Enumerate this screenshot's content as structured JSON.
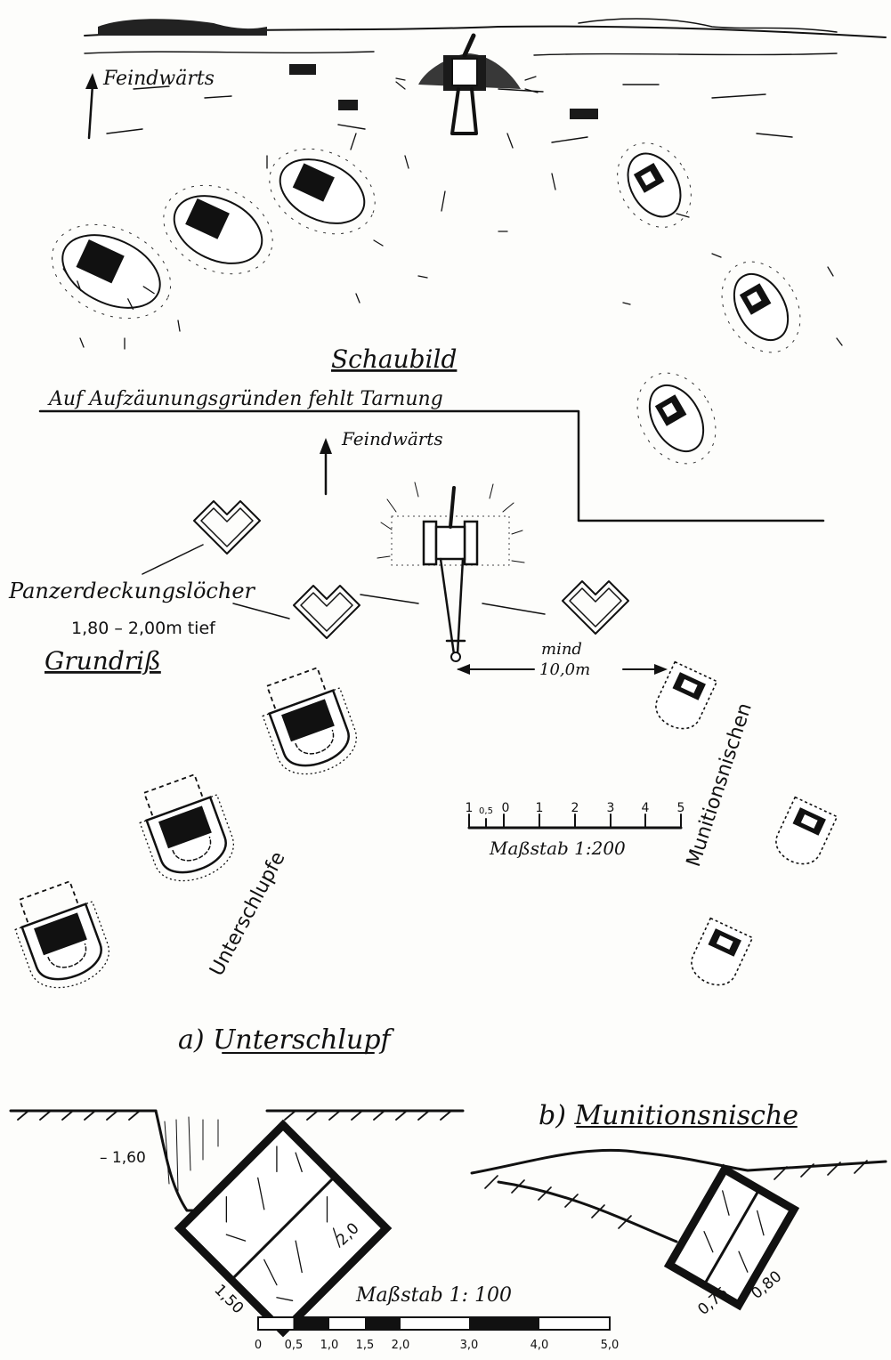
{
  "perspective": {
    "enemy_direction_top": "Feindwärts",
    "title": "Schaubild",
    "note": "Auf Aufzäunungsgründen fehlt Tarnung"
  },
  "plan": {
    "enemy_direction": "Feindwärts",
    "foxholes_label": "Panzerdeckungslöcher",
    "foxholes_depth": "1,80 – 2,00m tief",
    "title": "Grundriß",
    "min_label": "mind",
    "min_distance": "10,0m",
    "unterschlupfe": "Unterschlupfe",
    "munitionsnischen": "Munitionsnischen",
    "scale_ticks": [
      "1",
      "0,5",
      "0",
      "1",
      "2",
      "3",
      "4",
      "5"
    ],
    "scale_label": "Maßstab 1:200",
    "caption_a": "a) Unterschlupf"
  },
  "sections": {
    "depth_a": "– 1,60",
    "dim_a_1": "1,50",
    "dim_a_2": "2,0",
    "caption_b": "b) Munitionsnische",
    "dim_b_1": "0,75",
    "dim_b_2": "0,80",
    "scale_label": "Maßstab 1: 100",
    "scale_ticks": [
      "0",
      "0,5",
      "1,0",
      "1,5",
      "2,0",
      "3,0",
      "4,0",
      "5,0"
    ]
  }
}
